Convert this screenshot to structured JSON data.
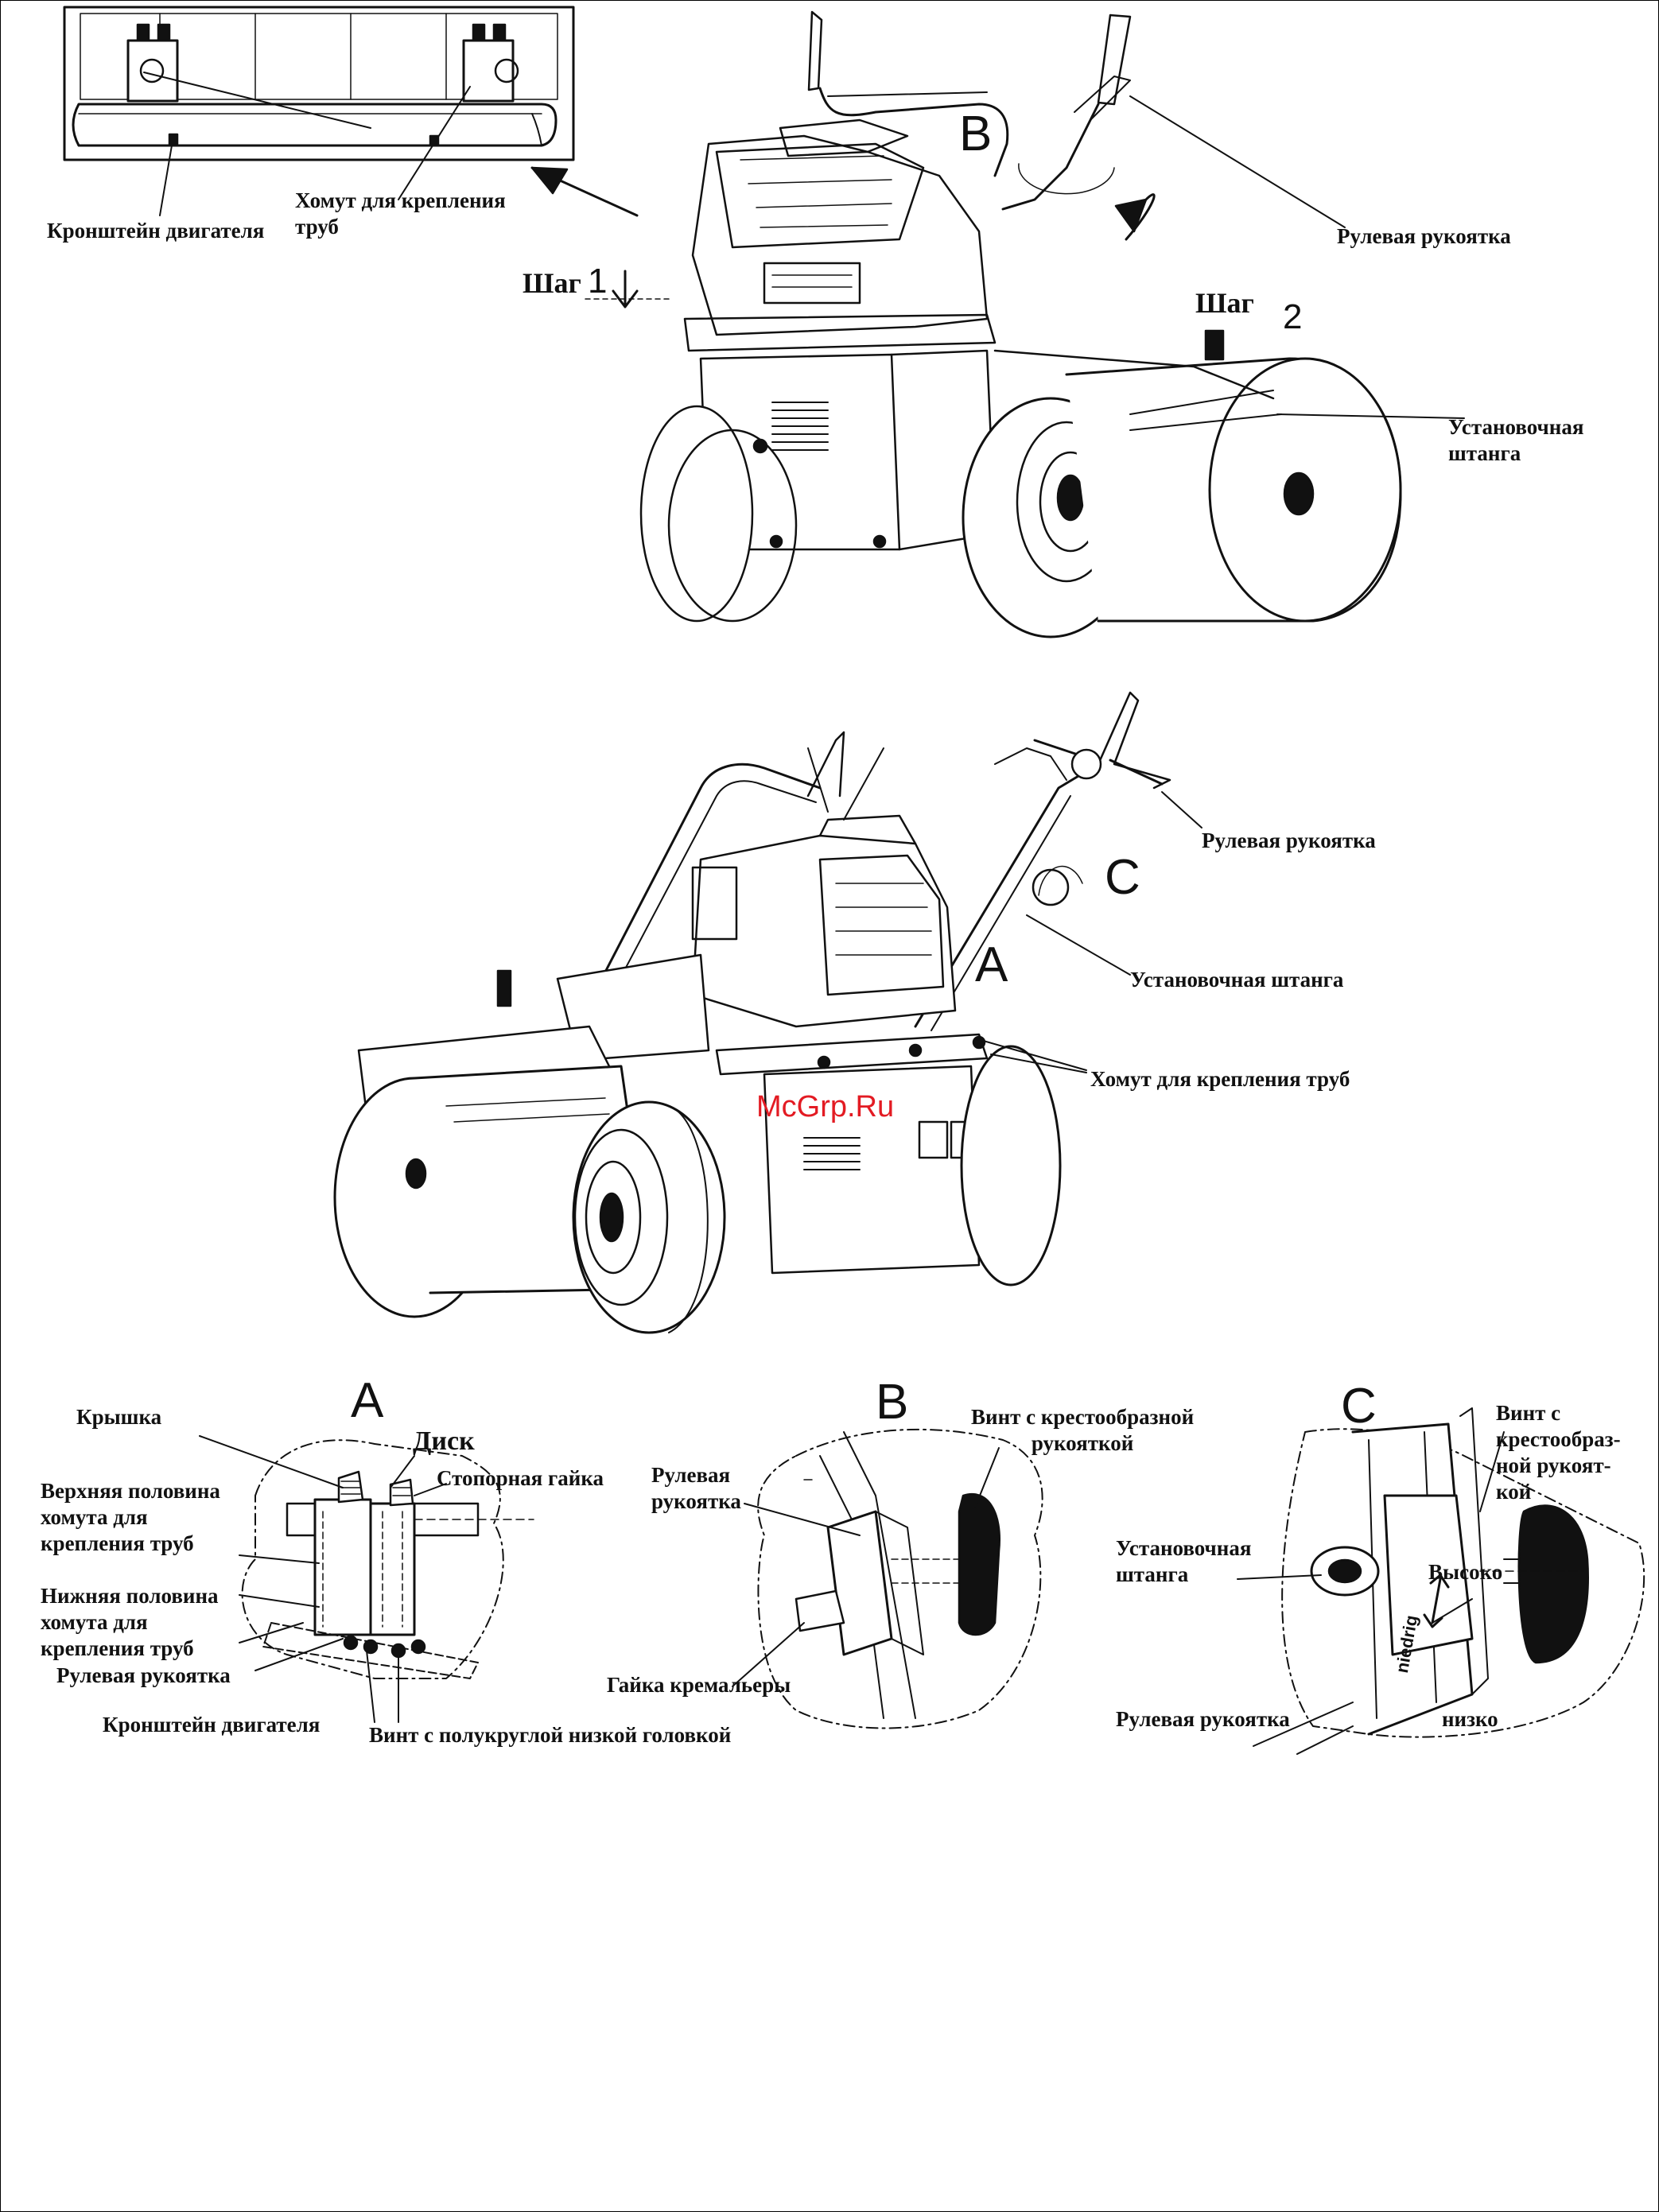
{
  "colors": {
    "ink": "#111111",
    "paper": "#ffffff",
    "watermark": "#e31b23"
  },
  "inset_top": {
    "engine_bracket": "Кронштейн двигателя",
    "pipe_clamp": "Хомут для крепления\nтруб"
  },
  "top_view": {
    "step_word_1": "Шаг",
    "step_num_1": "1",
    "step_word_2": "Шаг",
    "step_num_2": "2",
    "marker_b": "B",
    "steering_handle": "Рулевая рукоятка",
    "mounting_rod": "Установочная\nштанга"
  },
  "middle_view": {
    "steering_handle": "Рулевая рукоятка",
    "marker_c": "C",
    "marker_a": "A",
    "mounting_rod": "Установочная штанга",
    "pipe_clamp": "Хомут для крепления труб"
  },
  "watermark": "McGrp.Ru",
  "detail_a": {
    "letter": "A",
    "cover": "Крышка",
    "disc": "Диск",
    "lock_nut": "Стопорная гайка",
    "upper_half": "Верхняя половина\nхомута для\nкрепления труб",
    "lower_half": "Нижняя половина\nхомута для\nкрепления труб",
    "steering_handle": "Рулевая рукоятка",
    "engine_bracket": "Кронштейн двигателя",
    "screw": "Винт с полукруглой низкой головкой"
  },
  "detail_b": {
    "letter": "B",
    "cross_screw": "Винт с крестообразной\nрукояткой",
    "steering_handle": "Рулевая\nрукоятка",
    "rack_nut": "Гайка кремальеры"
  },
  "detail_c": {
    "letter": "C",
    "cross_screw": "Винт с\nкрестообраз-\nной рукоят-\nкой",
    "mounting_rod": "Установочная\nштанга",
    "high": "Высоко",
    "low": "низко",
    "niedrig": "niedrig",
    "steering_handle": "Рулевая рукоятка"
  }
}
